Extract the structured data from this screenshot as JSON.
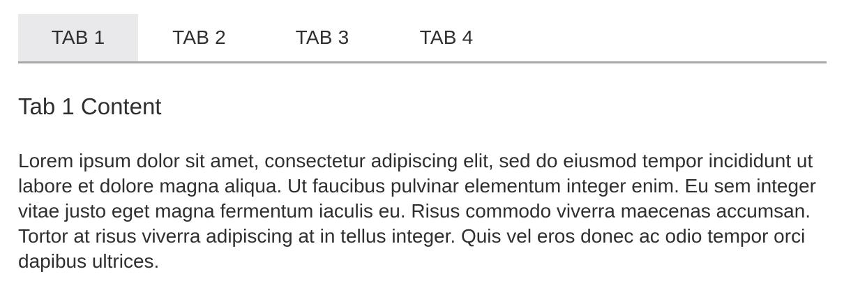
{
  "tabs": [
    {
      "label": "TAB 1",
      "active": true
    },
    {
      "label": "TAB 2",
      "active": false
    },
    {
      "label": "TAB 3",
      "active": false
    },
    {
      "label": "TAB 4",
      "active": false
    }
  ],
  "panel": {
    "title": "Tab 1 Content",
    "text": "Lorem ipsum dolor sit amet, consectetur adipiscing elit, sed do eiusmod tempor incididunt ut labore et dolore magna aliqua. Ut faucibus pulvinar elementum integer enim. Eu sem integer vitae justo eget magna fermentum iaculis eu. Risus commodo viverra maecenas accumsan. Tortor at risus viverra adipiscing at in tellus integer. Quis vel eros donec ac odio tempor orci dapibus ultrices."
  },
  "colors": {
    "active_tab_bg": "#e9e9ec",
    "tab_underline": "#a8a8a8",
    "text": "#2f2f2f"
  }
}
